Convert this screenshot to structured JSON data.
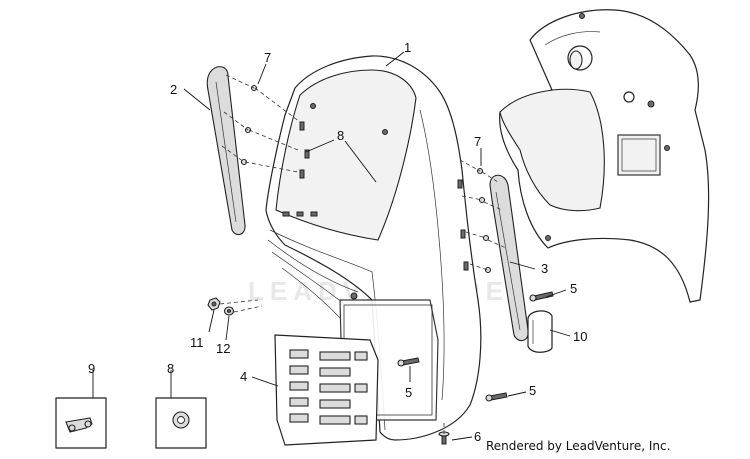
{
  "watermark": "LEADVENTURE",
  "credit": "Rendered by LeadVenture, Inc.",
  "callouts": {
    "c1": "1",
    "c2": "2",
    "c3": "3",
    "c4": "4",
    "c5a": "5",
    "c5b": "5",
    "c5c": "5",
    "c6": "6",
    "c7a": "7",
    "c7b": "7",
    "c8a": "8",
    "c8b": "8",
    "c9": "9",
    "c10": "10",
    "c11": "11",
    "c12": "12"
  },
  "colors": {
    "line": "#222222",
    "fill": "#ffffff",
    "shade": "#dcdcdc",
    "watermark": "#e6e6e6"
  }
}
